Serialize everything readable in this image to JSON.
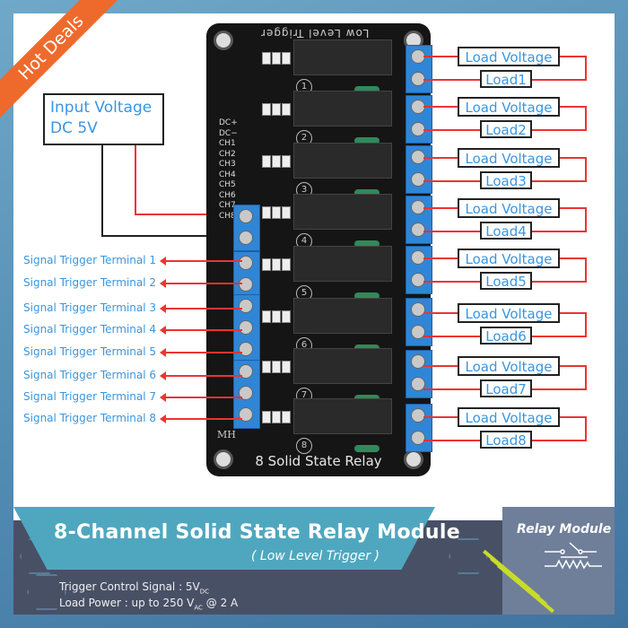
{
  "ribbon": {
    "label": "Hot Deals",
    "color": "#ee6a2c"
  },
  "input_voltage": {
    "line1": "Input Voltage",
    "line2": "DC 5V"
  },
  "board": {
    "top_label": "Low Level Trigger",
    "bottom_label": "8 Solid State Relay",
    "mh_label": "MH",
    "pin_labels": [
      "DC+",
      "DC−",
      "CH1",
      "CH2",
      "CH3",
      "CH4",
      "CH5",
      "CH6",
      "CH7",
      "CH8"
    ],
    "relay_numbers": [
      "1",
      "2",
      "3",
      "4",
      "5",
      "6",
      "7",
      "8"
    ],
    "terminal_labels": [
      "DC+",
      "DC−",
      "CH1",
      "CH2",
      "CH3",
      "CH4",
      "CH5",
      "CH6",
      "CH7",
      "CH8"
    ]
  },
  "loads": [
    {
      "voltage": "Load Voltage",
      "load": "Load1"
    },
    {
      "voltage": "Load Voltage",
      "load": "Load2"
    },
    {
      "voltage": "Load Voltage",
      "load": "Load3"
    },
    {
      "voltage": "Load Voltage",
      "load": "Load4"
    },
    {
      "voltage": "Load Voltage",
      "load": "Load5"
    },
    {
      "voltage": "Load Voltage",
      "load": "Load6"
    },
    {
      "voltage": "Load Voltage",
      "load": "Load7"
    },
    {
      "voltage": "Load Voltage",
      "load": "Load8"
    }
  ],
  "signal_terminals": [
    "Signal Trigger Terminal 1",
    "Signal Trigger Terminal 2",
    "Signal Trigger Terminal 3",
    "Signal Trigger Terminal 4",
    "Signal Trigger Terminal 5",
    "Signal Trigger Terminal 6",
    "Signal Trigger Terminal 7",
    "Signal Trigger Terminal 8"
  ],
  "banner": {
    "title": "8-Channel Solid State Relay Module",
    "subtitle": "( Low Level Trigger )",
    "spec1": "Trigger Control Signal : 5V",
    "spec1_sub": "DC",
    "spec2_a": "Load Power : up to 250 V",
    "spec2_sub": "AC",
    "spec2_b": " @ 2 A",
    "category": "Relay Module",
    "category_icon": "relay-symbol-icon"
  },
  "colors": {
    "label_blue": "#3a96e0",
    "wire_red": "#e33333",
    "accent_lime": "#c8dc2a",
    "teal": "#4fa7bf"
  }
}
